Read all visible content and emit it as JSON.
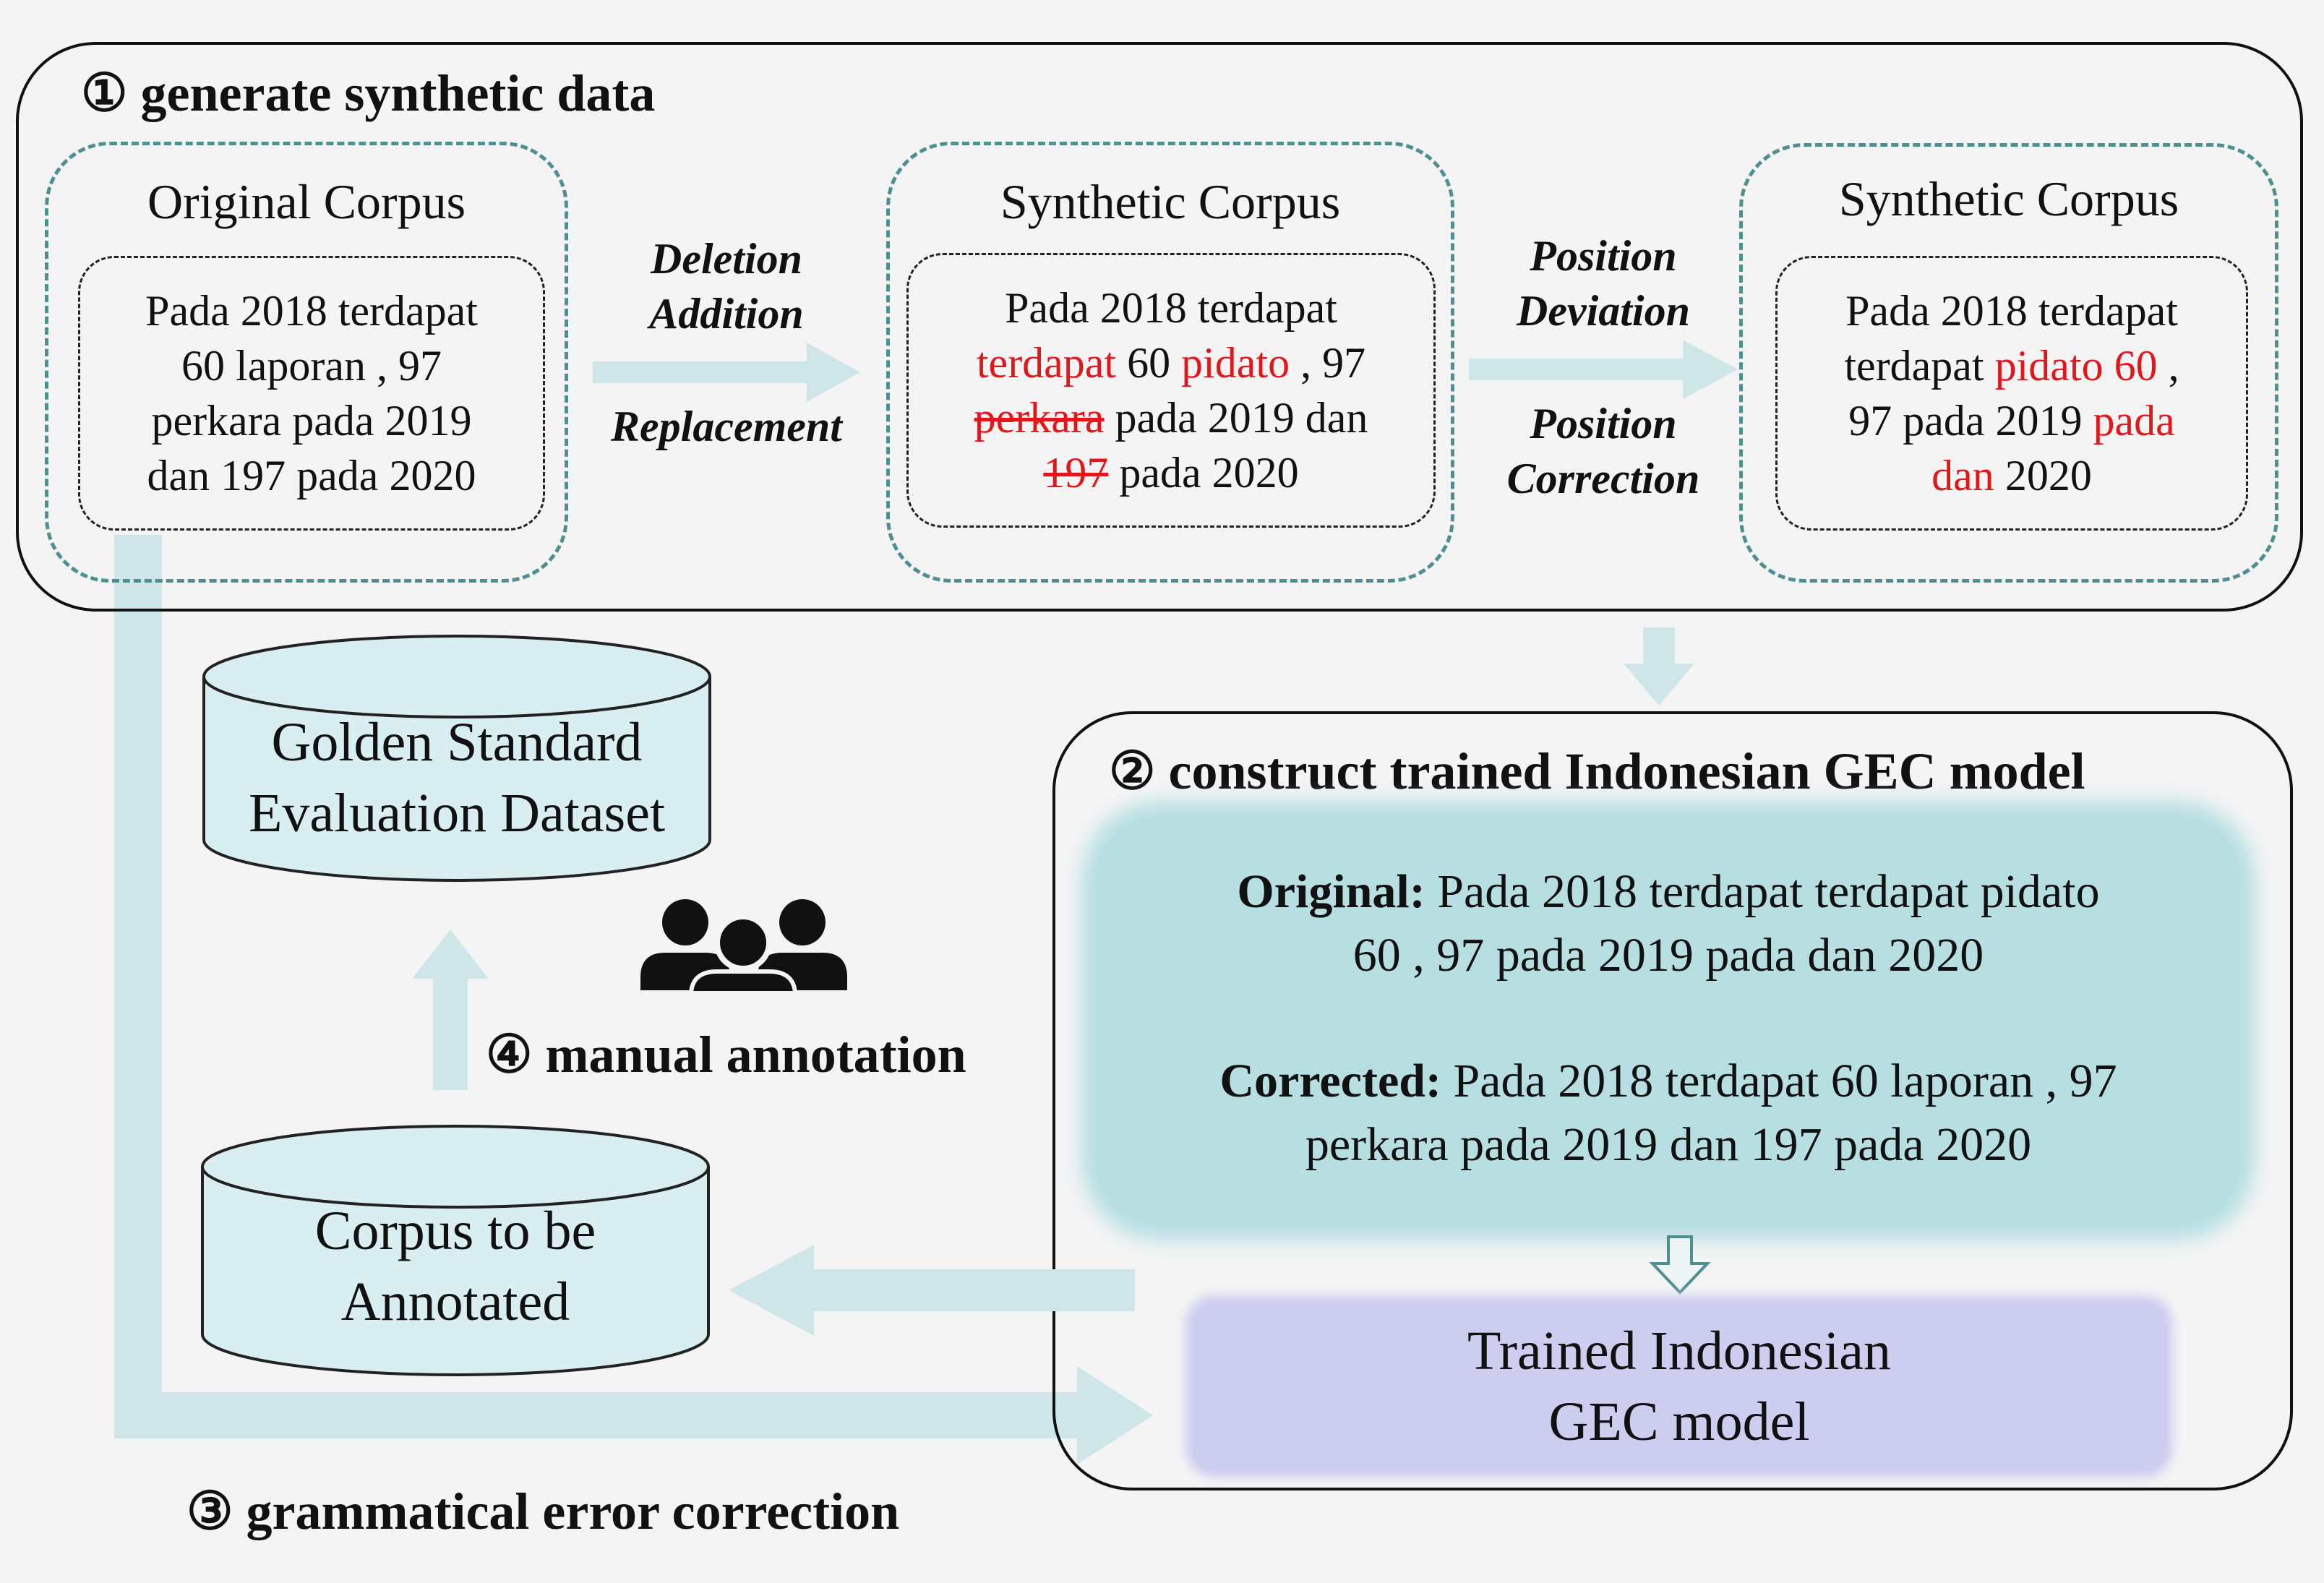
{
  "step1": {
    "title": "① generate synthetic data",
    "original": {
      "title": "Original Corpus",
      "lines": [
        "Pada 2018 terdapat",
        "60 laporan , 97",
        "perkara pada 2019",
        "dan 197 pada 2020"
      ]
    },
    "ops1": {
      "line1": "Deletion",
      "line2": "Addition",
      "line3": "Replacement"
    },
    "synthetic1": {
      "title": "Synthetic Corpus",
      "l1": "Pada 2018 terdapat",
      "l2a": "terdapat",
      "l2b": " 60 ",
      "l2c": "pidato",
      "l2d": " , 97",
      "l3a": "perkara",
      "l3b": " pada 2019 dan",
      "l4a": "197",
      "l4b": " pada 2020"
    },
    "ops2": {
      "line1": "Position",
      "line2": "Deviation",
      "line3": "Position",
      "line4": "Correction"
    },
    "synthetic2": {
      "title": "Synthetic Corpus",
      "l1": "Pada 2018 terdapat",
      "l2a": "terdapat ",
      "l2b": "pidato 60",
      "l2c": " ,",
      "l3a": "97 pada 2019 ",
      "l3b": "pada",
      "l4a": "dan",
      "l4b": " 2020"
    }
  },
  "step2": {
    "title": "② construct trained Indonesian GEC model",
    "original_label": "Original:",
    "original_l1": " Pada 2018 terdapat terdapat pidato",
    "original_l2": "60 , 97 pada 2019 pada dan 2020",
    "corrected_label": "Corrected:",
    "corrected_l1": " Pada 2018 terdapat 60 laporan , 97",
    "corrected_l2": "perkara pada 2019 dan 197 pada 2020",
    "model_l1": "Trained Indonesian",
    "model_l2": "GEC model"
  },
  "step3": {
    "title": "③  grammatical error correction"
  },
  "step4": {
    "title": "④ manual annotation"
  },
  "golden_db": {
    "l1": "Golden Standard",
    "l2": "Evaluation Dataset"
  },
  "annot_db": {
    "l1": "Corpus to be",
    "l2": "Annotated"
  },
  "colors": {
    "error_red": "#e3161b",
    "arrow_teal": "#cfe6e8",
    "dashed_teal": "#4e8f93",
    "cylinder_fill": "#d8eef0",
    "blob_fill": "#b7dfe2",
    "model_fill": "#cdcdf0"
  },
  "icons": [
    "people-group-icon"
  ]
}
